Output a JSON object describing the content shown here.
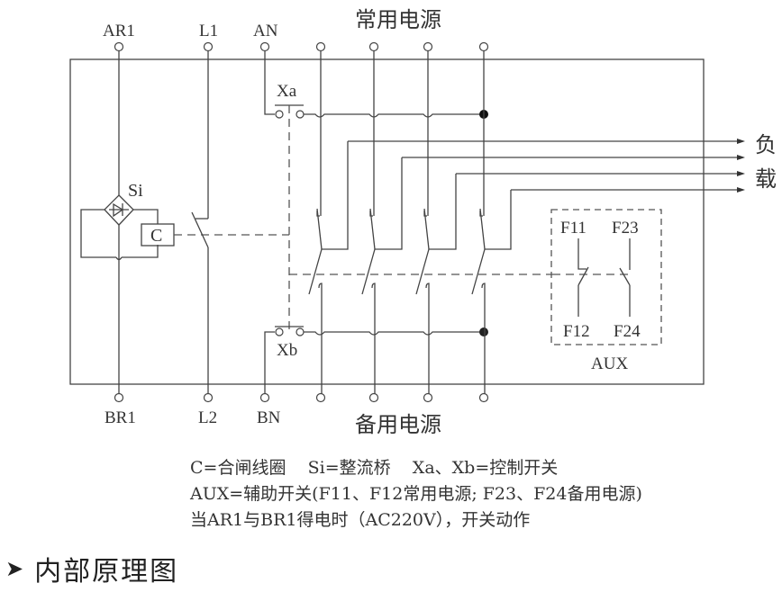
{
  "diagram": {
    "title_top": "常用电源",
    "title_bottom": "备用电源",
    "top_terminals": [
      "AR1",
      "L1",
      "AN"
    ],
    "bottom_terminals": [
      "BR1",
      "L2",
      "BN"
    ],
    "switch_a": "Xa",
    "switch_b": "Xb",
    "bridge": "Si",
    "coil": "C",
    "load_label": [
      "负",
      "载"
    ],
    "aux": {
      "label": "AUX",
      "contacts": [
        "F11",
        "F23",
        "F12",
        "F24"
      ]
    }
  },
  "legend": {
    "line1": "C=合闸线圈    Si=整流桥    Xa、Xb=控制开关",
    "line2": "AUX=辅助开关(F11、F12常用电源; F23、F24备用电源)",
    "line3": "当AR1与BR1得电时（AC220V），开关动作"
  },
  "footer": {
    "arrow_icon": "➤",
    "title": "内部原理图"
  }
}
